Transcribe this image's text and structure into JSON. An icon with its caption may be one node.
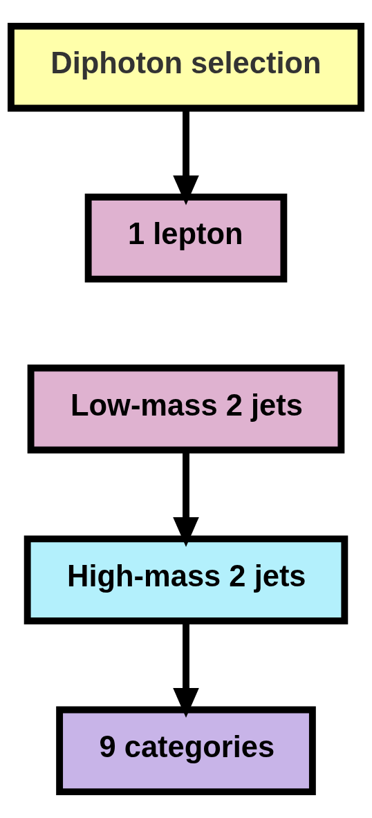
{
  "diagram": {
    "nodes": [
      {
        "text": [
          "Diphoton selection"
        ]
      },
      {
        "text": [
          "1 lepton"
        ]
      },
      {
        "text": [
          "Low-mass 2 jets"
        ]
      },
      {
        "text": [
          "High-mass 2 jets"
        ]
      },
      {
        "text": [
          "9 categories"
        ]
      }
    ],
    "edges": [
      {
        "from": 0,
        "to": 1,
        "arrow": "to"
      },
      {
        "from": 2,
        "to": 3,
        "arrow": "to"
      },
      {
        "from": 3,
        "to": 4,
        "arrow": "to"
      }
    ]
  }
}
